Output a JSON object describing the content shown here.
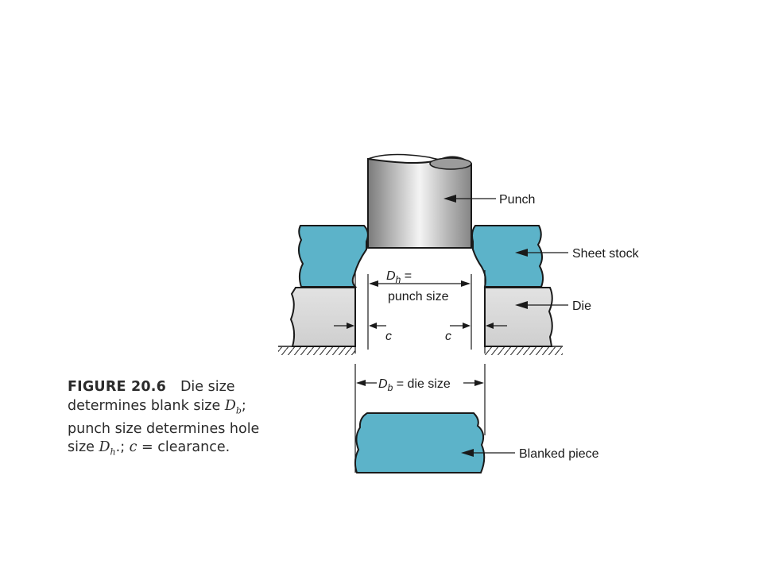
{
  "caption": {
    "figure_number": "FIGURE 20.6",
    "text_1": "Die size determines blank size ",
    "db_symbol": "D",
    "db_sub": "b",
    "text_2": "; punch size determines hole size ",
    "dh_symbol": "D",
    "dh_sub": "h",
    "text_3": ".; ",
    "c_symbol": "c",
    "text_4": " = clearance."
  },
  "labels": {
    "punch": "Punch",
    "sheet_stock": "Sheet stock",
    "die": "Die",
    "blanked_piece": "Blanked piece"
  },
  "dimensions": {
    "dh_symbol": "D",
    "dh_sub": "h",
    "dh_eq": " =",
    "punch_size": "punch size",
    "c_left": "c",
    "c_right": "c",
    "db_symbol": "D",
    "db_sub": "b",
    "db_text": " = die size"
  },
  "colors": {
    "sheet_stock": "#5cb3c9",
    "die": "#d4d4d4",
    "punch_metal": "#bfbfbf",
    "outline": "#1a1a1a"
  }
}
